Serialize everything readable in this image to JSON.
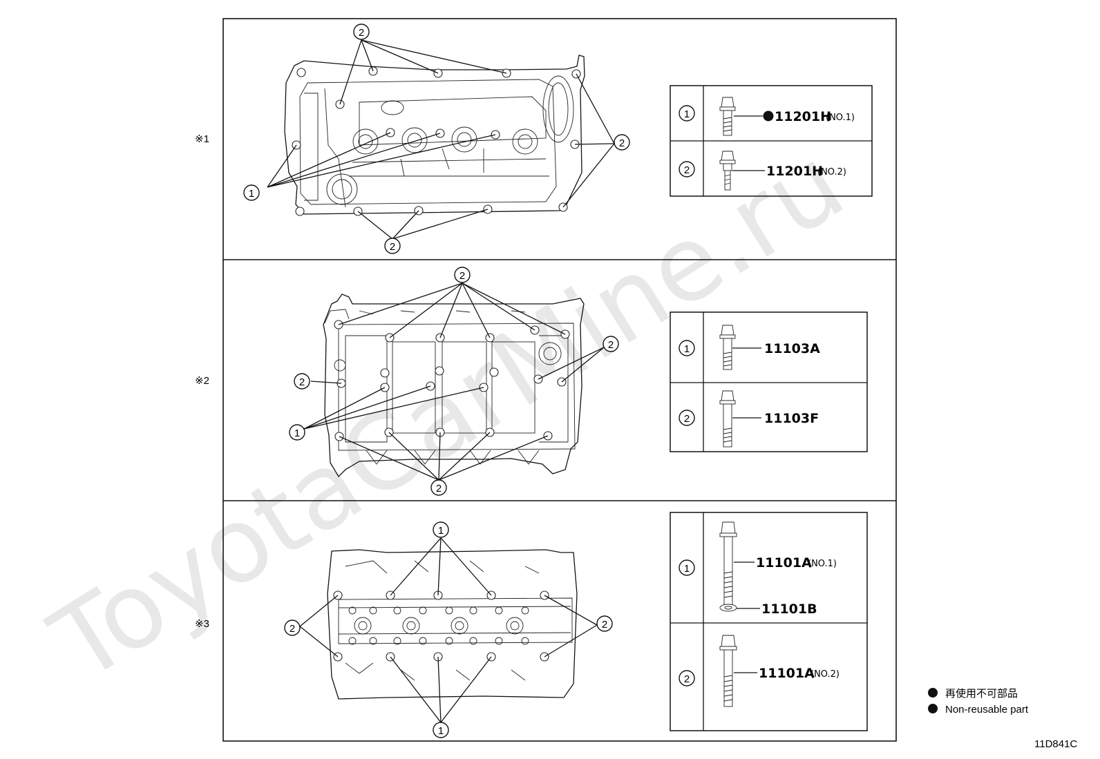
{
  "watermark": "ToyotaCarMine.ru",
  "sections": [
    {
      "marker": "※1",
      "table": [
        {
          "callout": "1",
          "nonreusable": true,
          "part": "11201H",
          "variant": "(NO.1)"
        },
        {
          "callout": "2",
          "nonreusable": false,
          "part": "11201H",
          "variant": "(NO.2)"
        }
      ]
    },
    {
      "marker": "※2",
      "table": [
        {
          "callout": "1",
          "part": "11103A"
        },
        {
          "callout": "2",
          "part": "11103F"
        }
      ]
    },
    {
      "marker": "※3",
      "table": [
        {
          "callout": "1",
          "part": "11101A",
          "variant": "(NO.1)",
          "washer_part": "11101B"
        },
        {
          "callout": "2",
          "part": "11101A",
          "variant": "(NO.2)"
        }
      ]
    }
  ],
  "legend": {
    "japanese": "再使用不可部品",
    "english": "Non-reusable part"
  },
  "figure_id": "11D841C"
}
